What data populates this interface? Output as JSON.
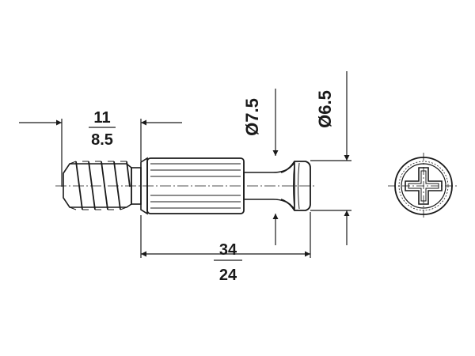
{
  "dimensions": {
    "thread_length_top": "11",
    "thread_length_bottom": "8.5",
    "overall_length_top": "34",
    "overall_length_bottom": "24",
    "head_diameter": "Ø7.5",
    "neck_diameter": "Ø6.5"
  },
  "colors": {
    "ink": "#1a1a1a",
    "body_fill": "#f0f0f0",
    "background": "#ffffff"
  },
  "icons": {
    "drive": "phillips-cross"
  }
}
